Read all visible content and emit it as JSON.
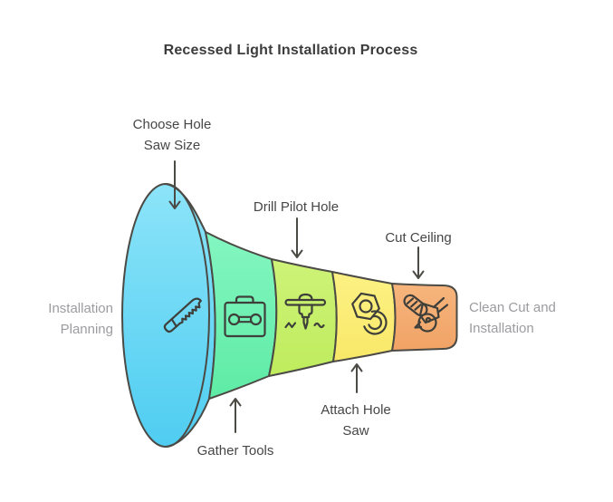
{
  "title": "Recessed Light Installation Process",
  "diagram_type": "horizontal funnel, five stages, wide entry on left narrowing to exit on right",
  "funnel": {
    "entry_label": "Installation Planning",
    "exit_label": "Clean Cut and Installation",
    "stages": [
      {
        "label": "Choose Hole Saw Size",
        "color": "#62d4f3",
        "icon": "hand-saw-icon",
        "callout_position": "top"
      },
      {
        "label": "Gather Tools",
        "color": "#6ff0b2",
        "icon": "toolbox-wrench-icon",
        "callout_position": "bottom"
      },
      {
        "label": "Drill Pilot Hole",
        "color": "#c6ef6a",
        "icon": "jackhammer-icon",
        "callout_position": "top"
      },
      {
        "label": "Attach Hole Saw",
        "color": "#fbec75",
        "icon": "hex-nut-icon",
        "callout_position": "bottom"
      },
      {
        "label": "Cut Ceiling",
        "color": "#f4ad71",
        "icon": "angle-grinder-icon",
        "callout_position": "top"
      }
    ]
  },
  "callouts": {
    "choose": {
      "lines": [
        "Choose Hole",
        "Saw Size"
      ]
    },
    "drill": {
      "lines": [
        "Drill Pilot Hole"
      ]
    },
    "cut": {
      "lines": [
        "Cut Ceiling"
      ]
    },
    "gather": {
      "lines": [
        "Gather Tools"
      ]
    },
    "attach": {
      "lines": [
        "Attach Hole",
        "Saw"
      ]
    }
  },
  "sides": {
    "left": {
      "lines": [
        "Installation",
        "Planning"
      ]
    },
    "right": {
      "lines": [
        "Clean Cut and",
        "Installation"
      ]
    }
  },
  "colors": {
    "background": "#ffffff",
    "outline": "#4b4a45",
    "icon_stroke": "#3e3f3a",
    "title_text": "#3c3c3c",
    "callout_text": "#464646",
    "side_text": "#9c9ca0"
  }
}
